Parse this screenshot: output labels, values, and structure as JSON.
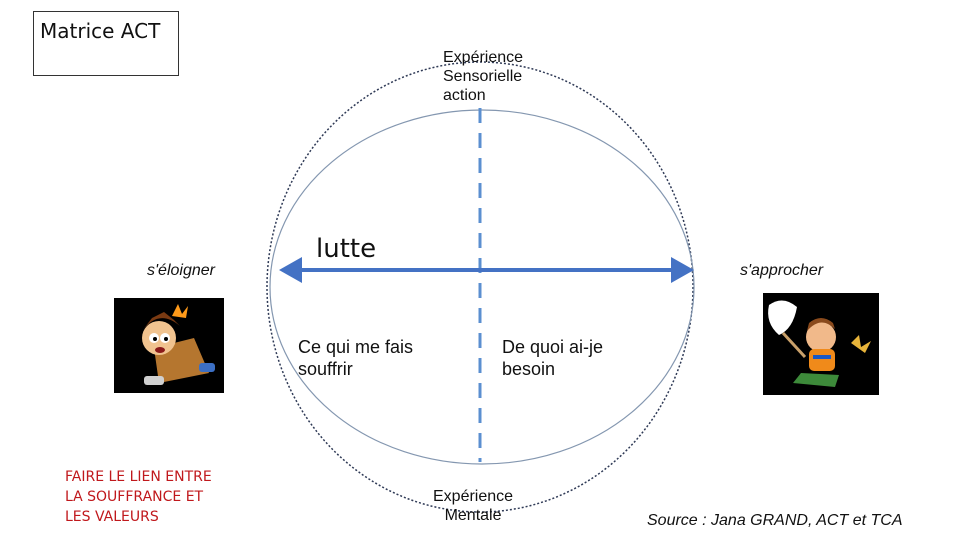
{
  "title": "Matrice ACT",
  "axis_top": "Expérience\nSensorielle\naction",
  "axis_bottom": "Expérience\nMentale",
  "left_word": "s'éloigner",
  "right_word": "s'approcher",
  "arrow_label": "lutte",
  "quadrant_left": "Ce qui me fais\nsouffrir",
  "quadrant_right": "De quoi ai-je\nbesoin",
  "note": "FAIRE LE LIEN ENTRE\nLA SOUFFRANCE ET\nLES VALEURS",
  "source": "Source : Jana GRAND, ACT et TCA",
  "colors": {
    "arrow": "#4472c4",
    "note": "#c0181c",
    "circle": "#8497b0"
  },
  "images": {
    "left": "fleeing-cartoon-character",
    "right": "cartoon-child-with-butterfly-net"
  }
}
